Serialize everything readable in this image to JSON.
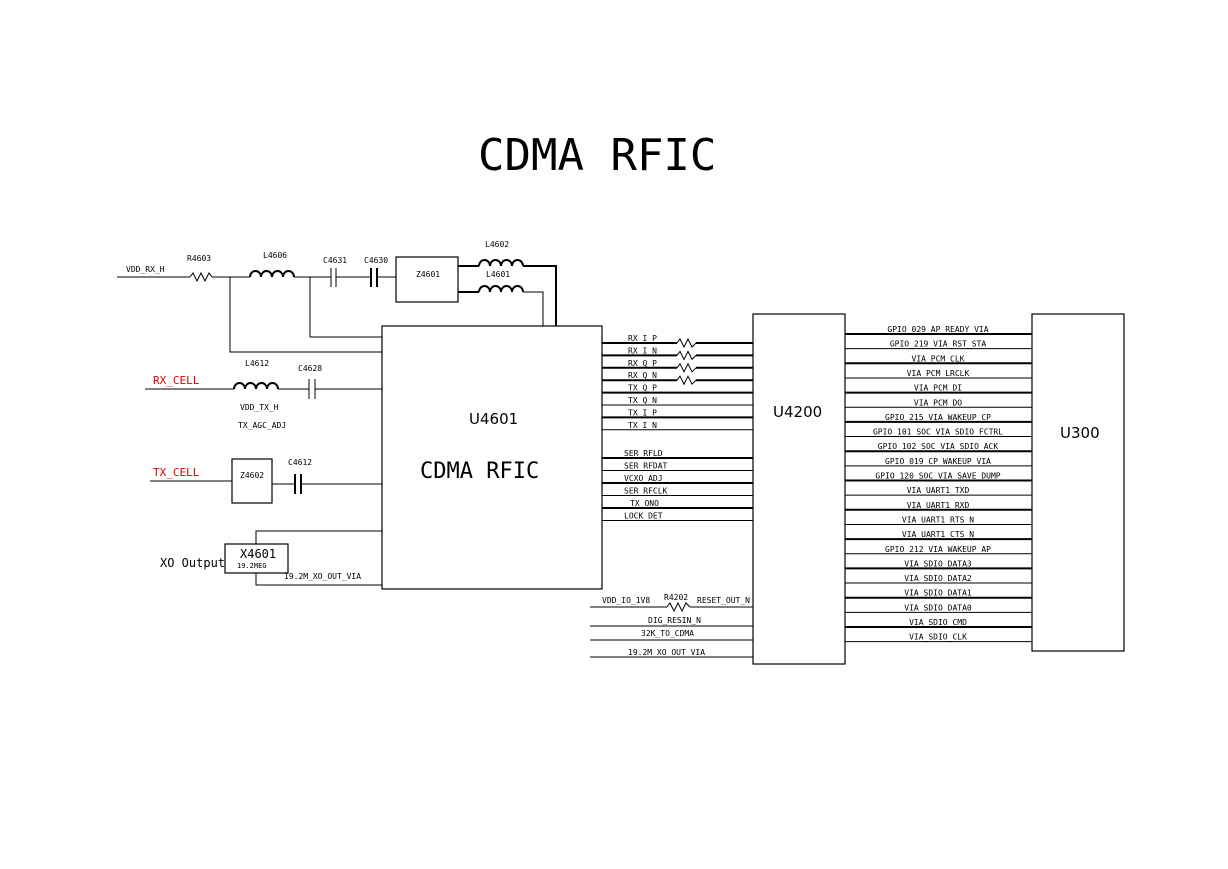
{
  "title": "CDMA RFIC",
  "nets": {
    "vdd_rx_h": "VDD_RX_H",
    "rx_cell": "RX_CELL",
    "tx_cell": "TX_CELL",
    "vdd_tx_h": "VDD_TX_H",
    "tx_agc_adj": "TX_AGC_ADJ",
    "xo_output": "XO Output",
    "xo_out_via": "19.2M_XO_OUT_VIA",
    "vdd_io": "VDD_IO_1V8",
    "reset_out": "RESET_OUT_N",
    "dig_resin": "DIG_RESIN_N",
    "k32_to_cdma": "32K_TO_CDMA",
    "xo_out_via_2": "19.2M_XO_OUT_VIA"
  },
  "components": {
    "r4603": "R4603",
    "l4606": "L4606",
    "c4631": "C4631",
    "c4630": "C4630",
    "z4601": "Z4601",
    "l4602": "L4602",
    "l4601": "L4601",
    "l4612": "L4612",
    "c4628": "C4628",
    "z4602": "Z4602",
    "c4612": "C4612",
    "x4601": "X4601",
    "x4601_freq": "19.2MEG",
    "r4202": "R4202"
  },
  "ics": {
    "u4601_ref": "U4601",
    "u4601_name": "CDMA RFIC",
    "u4200_ref": "U4200",
    "u300_ref": "U300"
  },
  "rfic_signals": [
    "RX_I_P",
    "RX_I_N",
    "RX_Q_P",
    "RX_Q_N",
    "TX_Q_P",
    "TX_Q_N",
    "TX_I_P",
    "TX_I_N"
  ],
  "rfic_ctrl_signals": [
    "SER_RFLD",
    "SER_RFDAT",
    "VCXO_ADJ",
    "SER_RFCLK",
    "TX_ONO",
    "LOCK_DET"
  ],
  "u300_signals": [
    "GPIO_029_AP_READY_VIA",
    "GPIO_219_VIA_RST_STA",
    "VIA_PCM_CLK",
    "VIA_PCM_LRCLK",
    "VIA_PCM_DI",
    "VIA_PCM_DO",
    "GPIO_215_VIA_WAKEUP_CP",
    "GPIO_101_SOC_VIA_SDIO_FCTRL",
    "GPIO_102_SOC_VIA_SDIO_ACK",
    "GPIO_019_CP_WAKEUP_VIA",
    "GPIO_120_SOC_VIA_SAVE_DUMP",
    "VIA_UART1_TXD",
    "VIA_UART1_RXD",
    "VIA_UART1_RTS_N",
    "VIA_UART1_CTS_N",
    "GPIO_212_VIA_WAKEUP_AP",
    "VIA_SDIO_DATA3",
    "VIA_SDIO_DATA2",
    "VIA_SDIO_DATA1",
    "VIA_SDIO_DATA0",
    "VIA_SDIO_CMD",
    "VIA_SDIO_CLK"
  ]
}
